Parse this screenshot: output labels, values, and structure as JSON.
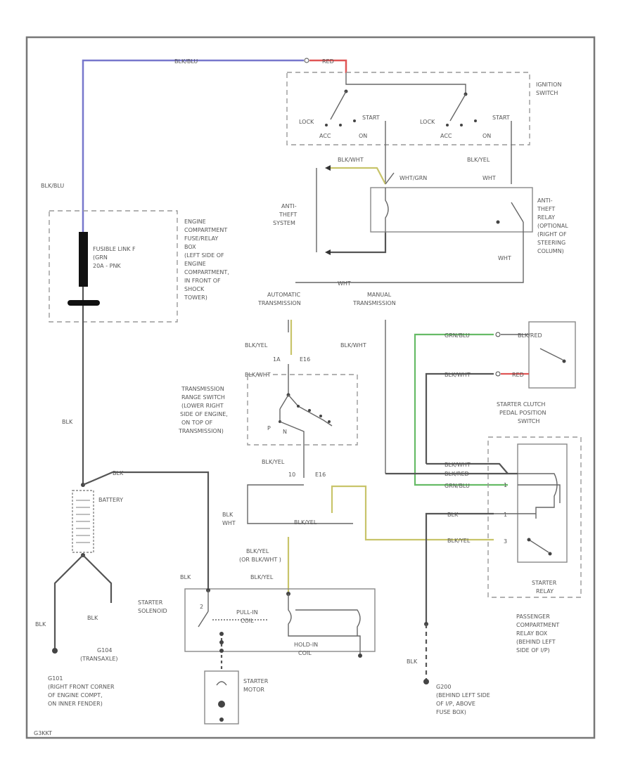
{
  "colors": {
    "blue_wire": "#7777cc",
    "red_wire": "#e05555",
    "yellow_wire": "#c8c46a",
    "green_wire": "#66bb66",
    "wire": "#555555"
  },
  "wires": {
    "blk_blu_top": "BLK/BLU",
    "red_top": "RED",
    "blk_blu_left": "BLK/BLU",
    "blk_wht_ig": "BLK/WHT",
    "blk_yel_ig": "BLK/YEL",
    "wht_grn": "WHT/GRN",
    "wht_relay": "WHT",
    "wht_bottom": "WHT",
    "wht_trans": "WHT",
    "blk_yel_1": "BLK/YEL",
    "blk_wht_man": "BLK/WHT",
    "blk_wht_tr": "BLK/WHT",
    "grn_blu_1": "GRN/BLU",
    "blk_red": "BLK/RED",
    "red_cl": "RED",
    "blk_main": "BLK",
    "blk_batt": "BLK",
    "blk_yel_2": "BLK/YEL",
    "blk_sol": "BLK",
    "wht_sol": "WHT",
    "blk_yel_h": "BLK/YEL",
    "blk_yel_or": "BLK/YEL",
    "or_blk_wht": "(OR BLK/WHT )",
    "blk_yel_3": "BLK/YEL",
    "blk_wht_r1": "BLK/WHT",
    "blk_red_r": "BLK/RED",
    "grn_blu_r": "GRN/BLU",
    "blk_r": "BLK",
    "blk_yel_r": "BLK/YEL",
    "blk_g1": "BLK",
    "blk_g2": "BLK",
    "blk_s": "BLK",
    "blk_g3": "BLK"
  },
  "pins": {
    "p1": "E16",
    "p2": "10",
    "p3": "E16",
    "p4": "1A",
    "p5": "1",
    "p6": "1",
    "p7": "3",
    "p8": "2"
  },
  "ignition": {
    "label_l1": "IGNITION",
    "label_l2": "SWITCH",
    "lock1": "LOCK",
    "start1": "START",
    "acc1": "ACC",
    "on1": "ON",
    "lock2": "LOCK",
    "start2": "START",
    "acc2": "ACC",
    "on2": "ON"
  },
  "antitheft_system": {
    "l1": "ANTI-",
    "l2": "THEFT",
    "l3": "SYSTEM"
  },
  "antitheft_relay": {
    "l1": "ANTI-",
    "l2": "THEFT",
    "l3": "RELAY",
    "l4": "(OPTIONAL",
    "l5": "(RIGHT OF",
    "l6": "STEERING",
    "l7": "COLUMN)"
  },
  "fuse_box": {
    "l1": "ENGINE",
    "l2": "COMPARTMENT",
    "l3": "FUSE/RELAY",
    "l4": "BOX",
    "l5": "(LEFT SIDE OF",
    "l6": "ENGINE",
    "l7": "COMPARTMENT,",
    "l8": "IN FRONT OF",
    "l9": "SHOCK",
    "l10": "TOWER)"
  },
  "fusible_link": {
    "l1": "FUSIBLE LINK F",
    "l2": "(GRN",
    "l3": "20A - PNK"
  },
  "transmission": {
    "auto_l1": "AUTOMATIC",
    "auto_l2": "TRANSMISSION",
    "man_l1": "MANUAL",
    "man_l2": "TRANSMISSION"
  },
  "range_switch": {
    "l1": "TRANSMISSION",
    "l2": "RANGE SWITCH",
    "l3": "(LOWER RIGHT",
    "l4": "SIDE OF ENGINE,",
    "l5": "ON TOP OF",
    "l6": "TRANSMISSION)",
    "p": "P",
    "n": "N"
  },
  "clutch_switch": {
    "l1": "STARTER CLUTCH",
    "l2": "PEDAL POSITION",
    "l3": "SWITCH"
  },
  "battery": {
    "label": "BATTERY"
  },
  "solenoid": {
    "l1": "STARTER",
    "l2": "SOLENOID",
    "pull_l1": "PULL-IN",
    "pull_l2": "COIL",
    "hold_l1": "HOLD-IN",
    "hold_l2": "COIL"
  },
  "motor": {
    "l1": "STARTER",
    "l2": "MOTOR"
  },
  "starter_relay": {
    "l1": "STARTER",
    "l2": "RELAY"
  },
  "relay_box": {
    "l1": "PASSENGER",
    "l2": "COMPARTMENT",
    "l3": "RELAY BOX",
    "l4": "(BEHIND LEFT",
    "l5": "SIDE OF I/P)"
  },
  "g104": {
    "l1": "G104",
    "l2": "(TRANSAXLE)"
  },
  "g101": {
    "l1": "G101",
    "l2": "(RIGHT FRONT CORNER",
    "l3": "OF ENGINE COMPT,",
    "l4": "ON INNER FENDER)"
  },
  "g200": {
    "l1": "G200",
    "l2": "(BEHIND LEFT SIDE",
    "l3": "OF I/P, ABOVE",
    "l4": "FUSE BOX)"
  },
  "footer": {
    "id": "G3KKT"
  }
}
